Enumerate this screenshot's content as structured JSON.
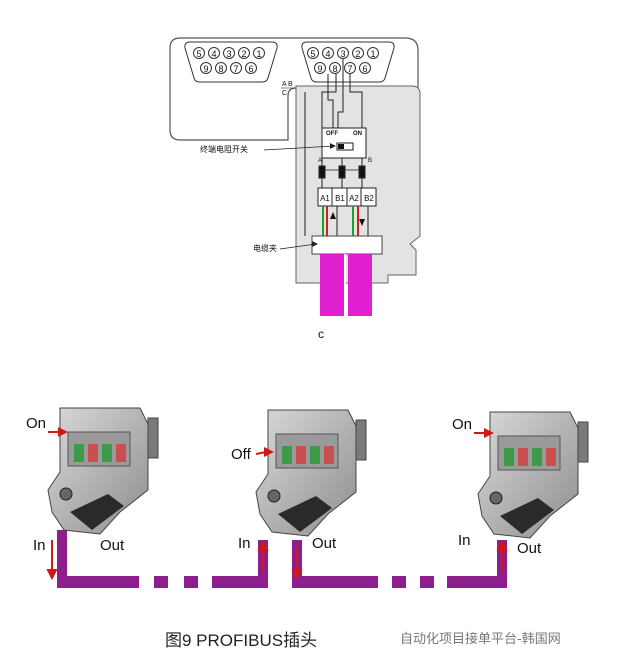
{
  "top_diagram": {
    "left_pins_top": [
      "5",
      "4",
      "3",
      "2",
      "1"
    ],
    "left_pins_bottom": [
      "9",
      "8",
      "7",
      "6"
    ],
    "right_pins_top": [
      "5",
      "4",
      "3",
      "2",
      "1"
    ],
    "right_pins_bottom": [
      "9",
      "8",
      "7",
      "6"
    ],
    "ab_label": "A",
    "b_label": "B",
    "c_small": "C",
    "switch_off": "OFF",
    "switch_on": "ON",
    "switch_a": "A",
    "switch_b": "B",
    "terminal_labels": [
      "A1",
      "B1",
      "A2",
      "B2"
    ],
    "termination_switch_label": "终端电阻开关",
    "cable_clamp_label": "电缆夹",
    "sub_label": "c"
  },
  "bottom_diagram": {
    "connectors": [
      {
        "switch_label": "On",
        "in_label": "In",
        "out_label": "Out"
      },
      {
        "switch_label": "Off",
        "in_label": "In",
        "out_label": "Out"
      },
      {
        "switch_label": "On",
        "in_label": "In",
        "out_label": "Out"
      }
    ]
  },
  "caption": "图9  PROFIBUS插头",
  "watermark": "自动化项目接单平台-韩国网"
}
